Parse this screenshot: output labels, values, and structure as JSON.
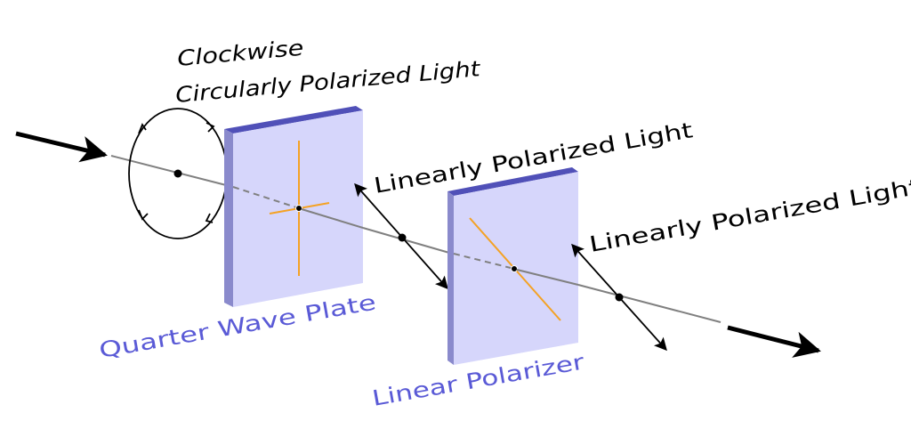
{
  "labels": {
    "circular_line1": "Clockwise",
    "circular_line2": "Circularly Polarized Light",
    "linear_1": "Linearly Polarized Light",
    "linear_2": "Linearly Polarized Light",
    "plate": "Quarter Wave Plate",
    "polarizer": "Linear Polarizer"
  },
  "colors": {
    "plate_face": "#d6d6fb",
    "plate_side": "#8a8acc",
    "plate_top": "#5050b8",
    "axis": "#f4a224",
    "beam": "#808080",
    "label_blue": "#5a5ad6"
  }
}
